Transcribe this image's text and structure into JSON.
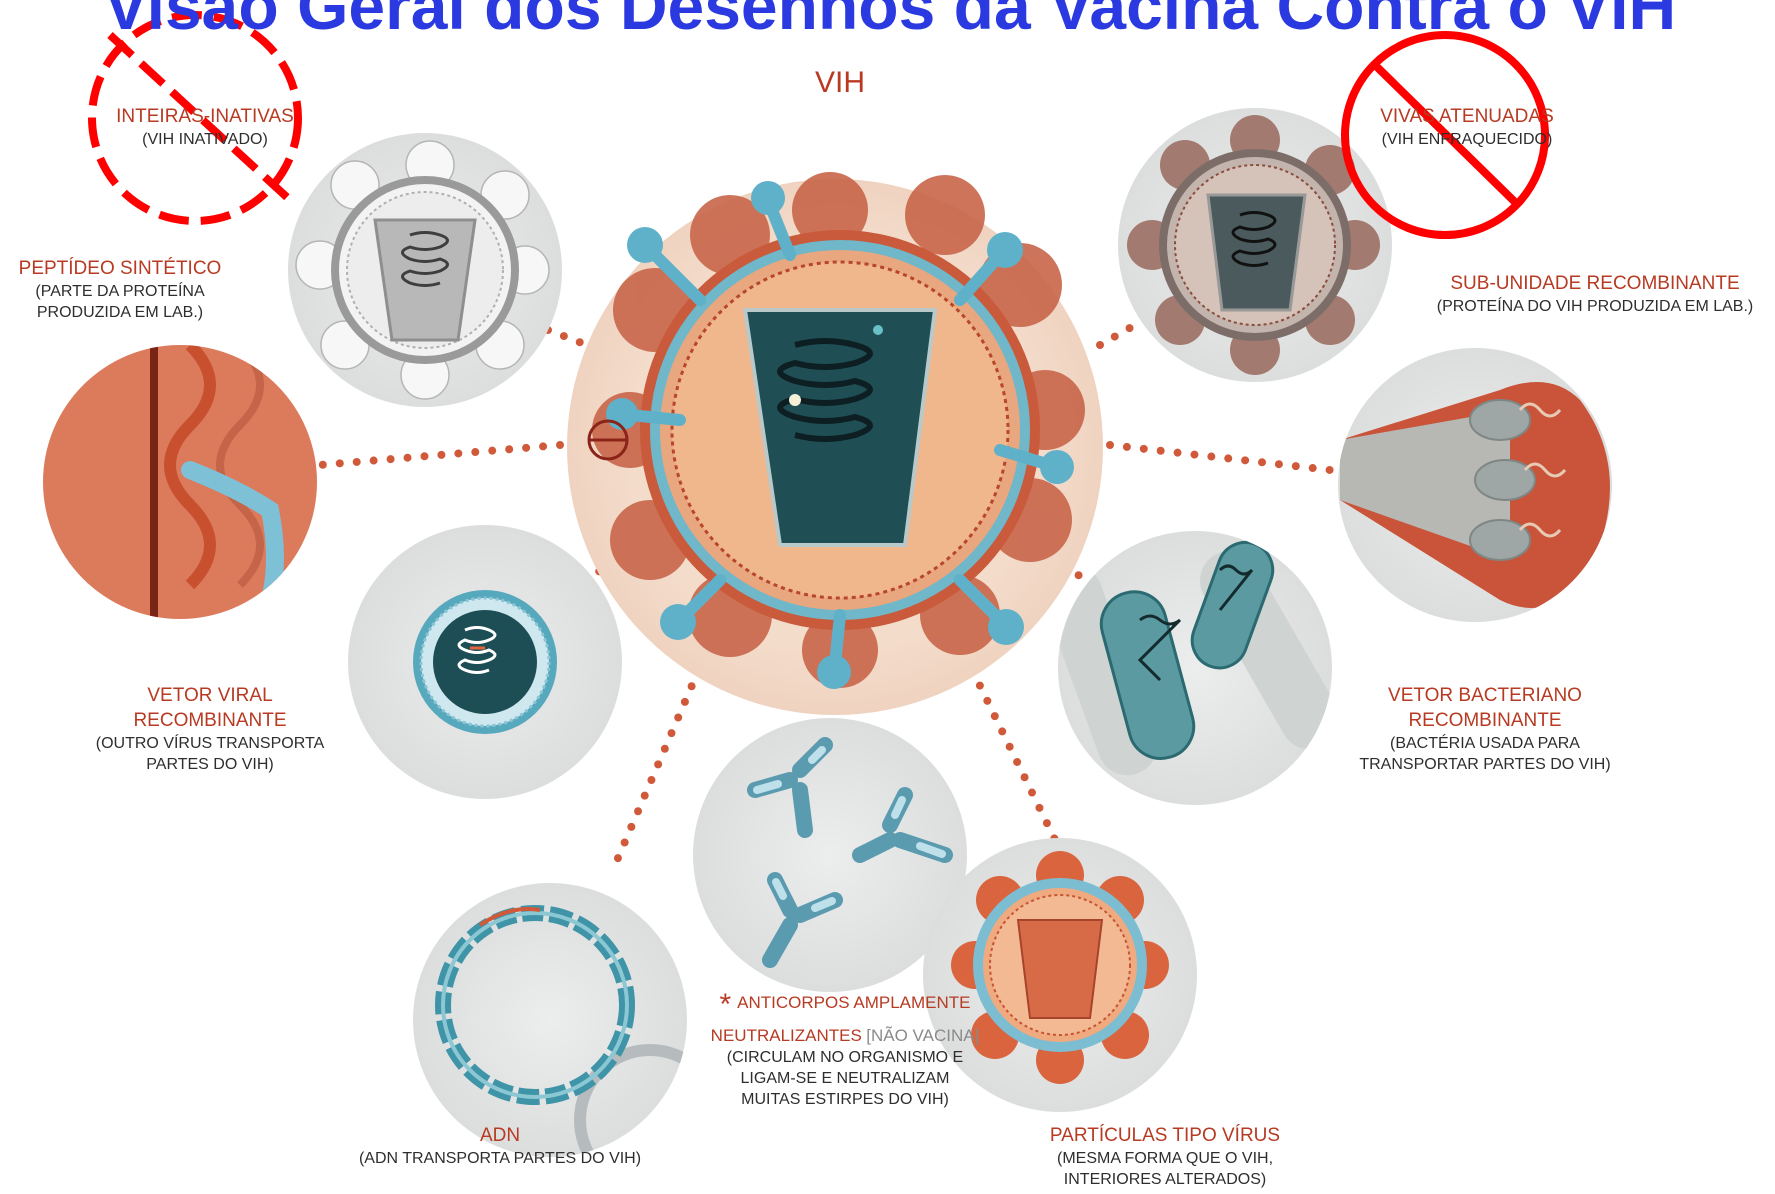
{
  "title": "Visão Geral dos Desenhos da Vacina Contra o VIH",
  "center_label": "VIH",
  "colors": {
    "title": "#2a39e0",
    "label_red": "#b83a22",
    "strike_red": "#ff0000",
    "teal": "#2f8a96",
    "orange": "#d9643d"
  },
  "labels": {
    "inactivated": {
      "heading": "INTEIRAS-INATIVAS",
      "sub": "(VIH INATIVADO)"
    },
    "attenuated": {
      "heading": "VIVAS ATENUADAS",
      "sub": "(VIH ENFRAQUECIDO)"
    },
    "peptide": {
      "heading": "PEPTÍDEO SINTÉTICO",
      "sub1": "(PARTE DA PROTEÍNA",
      "sub2": "PRODUZIDA EM LAB.)"
    },
    "subunit": {
      "heading": "SUB-UNIDADE RECOMBINANTE",
      "sub": "(PROTEÍNA DO VIH PRODUZIDA EM LAB.)"
    },
    "viral_vector": {
      "heading1": "VETOR VIRAL",
      "heading2": "RECOMBINANTE",
      "sub1": "(OUTRO VÍRUS TRANSPORTA",
      "sub2": "PARTES DO VIH)"
    },
    "bacterial_vector": {
      "heading1": "VETOR BACTERIANO",
      "heading2": "RECOMBINANTE",
      "sub1": "(BACTÉRIA USADA PARA",
      "sub2": "TRANSPORTAR PARTES DO VIH)"
    },
    "dna": {
      "heading": "ADN",
      "sub": "(ADN TRANSPORTA PARTES DO VIH)"
    },
    "antibodies": {
      "star": "*",
      "heading1": "ANTICORPOS AMPLAMENTE",
      "heading2": "NEUTRALIZANTES",
      "note": "[NÃO VACINA]",
      "sub1": "(CIRCULAM NO ORGANISMO E",
      "sub2": "LIGAM-SE E NEUTRALIZAM",
      "sub3": "MUITAS ESTIRPES DO VIH)"
    },
    "vlp": {
      "heading": "PARTÍCULAS TIPO VÍRUS",
      "sub1": "(MESMA FORMA QUE O VIH,",
      "sub2": "INTERIORES ALTERADOS)"
    }
  }
}
